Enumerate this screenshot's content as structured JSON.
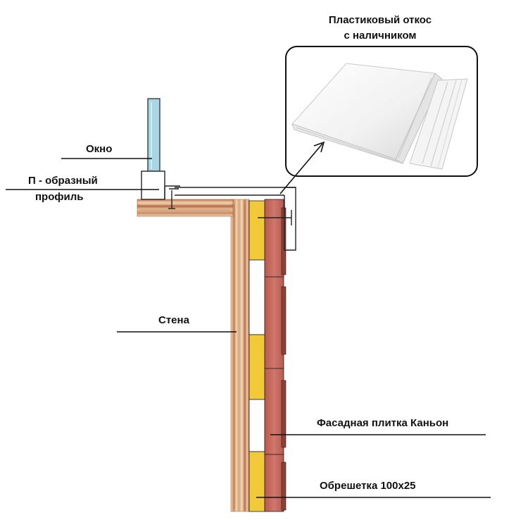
{
  "labels": {
    "okno": "Окно",
    "profile_line1": "П - образный",
    "profile_line2": "профиль",
    "wall": "Стена",
    "tile": "Фасадная плитка Каньон",
    "batten": "Обрешетка 100х25",
    "slope_line1": "Пластиковый откос",
    "slope_line2": "с наличником"
  },
  "colors": {
    "glass": "#a9d6e5",
    "batten": "#f2c93a",
    "tile": "#c8675c",
    "tile_dark": "#9b4a40",
    "wood_light": "#e8c7a0",
    "wood_dark": "#b86a48",
    "line": "#111111"
  }
}
